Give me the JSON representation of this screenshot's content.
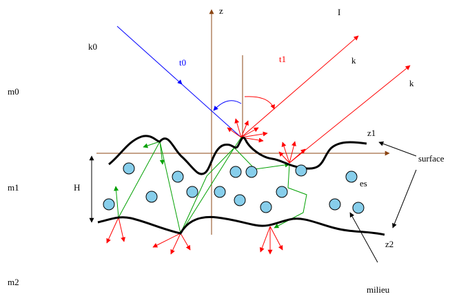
{
  "labels": {
    "z": "z",
    "I": "I",
    "k0": "k0",
    "t0": "t0",
    "t1": "t1",
    "k_upper": "k",
    "k_lower": "k",
    "m0": "m0",
    "z1": "z1",
    "surface": "surface",
    "m1": "m1",
    "H": "H",
    "es": "es",
    "z2": "z2",
    "m2": "m2",
    "milieu": "milieu"
  },
  "colors": {
    "incident": "#0000ff",
    "reflected": "#ff0000",
    "axis": "#8b4513",
    "scatter_path": "#00a000",
    "particle_fill": "#87ceeb",
    "interface": "#000000"
  }
}
